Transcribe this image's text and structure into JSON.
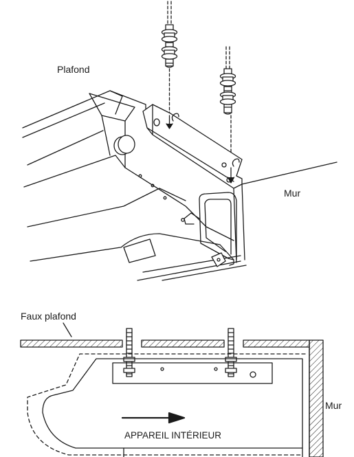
{
  "labels": {
    "plafond": "Plafond",
    "mur_top": "Mur",
    "faux_plafond": "Faux plafond",
    "mur_bottom": "Mur",
    "appareil": "APPAREIL INTÉRIEUR"
  },
  "colors": {
    "line": "#1a1a1a",
    "background": "#ffffff"
  }
}
